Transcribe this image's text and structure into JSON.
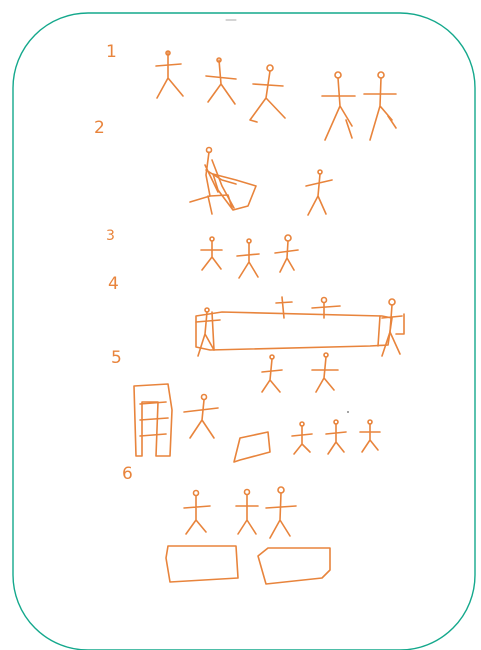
{
  "colors": {
    "frame": "#14a88c",
    "ink": "#e8843c",
    "background": "#ffffff"
  },
  "numbers": [
    "1",
    "2",
    "3",
    "4",
    "5",
    "6"
  ]
}
